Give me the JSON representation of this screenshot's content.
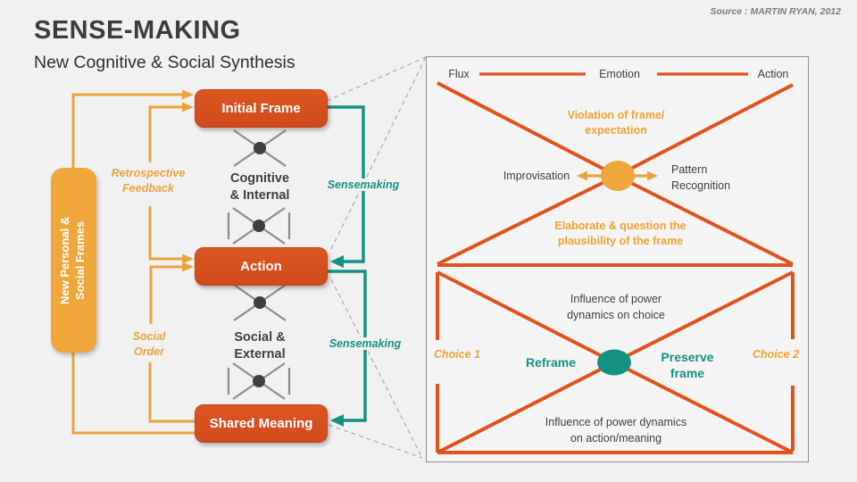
{
  "header": {
    "title": "SENSE-MAKING",
    "subtitle": "New Cognitive & Social Synthesis",
    "source": "Source : MARTIN RYAN, 2012"
  },
  "flow": {
    "frames_box": {
      "line1": "New Personal &",
      "line2": "Social Frames"
    },
    "initial_frame": "Initial Frame",
    "action": "Action",
    "shared_meaning": "Shared Meaning",
    "retrospective_feedback": {
      "line1": "Retrospective",
      "line2": "Feedback"
    },
    "social_order": {
      "line1": "Social",
      "line2": "Order"
    },
    "sensemaking_top": "Sensemaking",
    "sensemaking_bottom": "Sensemaking",
    "cognitive_internal": {
      "line1": "Cognitive",
      "line2": "& Internal"
    },
    "social_external": {
      "line1": "Social &",
      "line2": "External"
    }
  },
  "panel": {
    "flux": "Flux",
    "emotion": "Emotion",
    "action": "Action",
    "violation": {
      "line1": "Violation of frame/",
      "line2": "expectation"
    },
    "improvisation": "Improvisation",
    "pattern_recognition": {
      "line1": "Pattern",
      "line2": "Recognition"
    },
    "elaborate": {
      "line1": "Elaborate & question the",
      "line2": "plausibility of the frame"
    },
    "influence_choice": {
      "line1": "Influence of power",
      "line2": "dynamics on choice"
    },
    "choice_1": "Choice 1",
    "choice_2": "Choice 2",
    "reframe": "Reframe",
    "preserve_frame": {
      "line1": "Preserve",
      "line2": "frame"
    },
    "influence_action": {
      "line1": "Influence of power dynamics",
      "line2": "on action/meaning"
    }
  },
  "colors": {
    "accent_orange": "#d8511f",
    "accent_yellow": "#efa63b",
    "accent_teal": "#15917f",
    "panel_red": "#e2521c",
    "panel_orange_text": "#f0a232"
  }
}
